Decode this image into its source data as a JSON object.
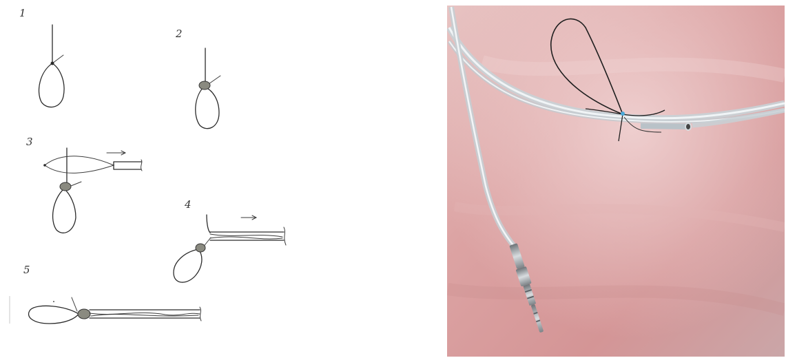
{
  "sketch": {
    "steps": [
      {
        "label": "1"
      },
      {
        "label": "2"
      },
      {
        "label": "3"
      },
      {
        "label": "4"
      },
      {
        "label": "5"
      }
    ]
  },
  "photo": {
    "colors": {
      "surface": "#d89c9c",
      "wire": "#1f1f1f",
      "catheter": "#d9e0e4",
      "metal": "#9aa0a4"
    }
  }
}
